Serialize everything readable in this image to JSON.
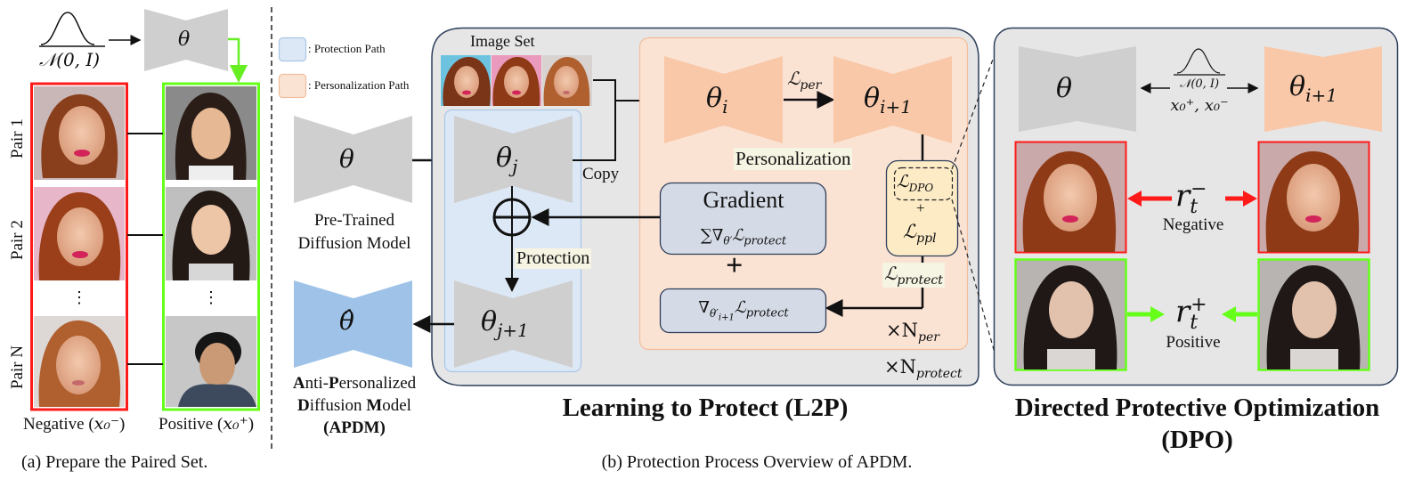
{
  "panel_a": {
    "caption": "(a) Prepare the Paired Set.",
    "noise_label": "𝒩(0, I)",
    "model_symbol": "θ",
    "pairs": [
      {
        "label": "Pair 1",
        "negative": "red-haired woman, pink lips",
        "positive": "long dark-haired woman, smiling"
      },
      {
        "label": "Pair 2",
        "negative": "red-haired woman, pink background",
        "positive": "long dark-haired woman, broad smile"
      },
      {
        "label": "⋮",
        "negative": "⋮",
        "positive": "⋮"
      },
      {
        "label": "Pair N",
        "negative": "auburn-haired woman, wavy hair",
        "positive": "young man, dark hair, denim shirt"
      }
    ],
    "negative_label": "Negative (",
    "negative_sym": "x₀⁻",
    "positive_label": "Positive (",
    "positive_sym": "x₀⁺",
    "close_paren": ")",
    "colors": {
      "negative": "#ff1a1a",
      "positive": "#66ff1a"
    }
  },
  "legend": {
    "protection": ": Protection Path",
    "personalization": ": Personalization Path",
    "colors": {
      "protection": "#dce8f5",
      "personalization": "#fbe3d4"
    }
  },
  "panel_b": {
    "caption": "(b) Protection Process Overview of APDM.",
    "title": "Learning to Protect (L2P)",
    "pretrained": {
      "symbol": "θ",
      "label_line1": "Pre-Trained",
      "label_line2": "Diffusion Model"
    },
    "apdm": {
      "symbol": "θ̂",
      "line1_parts": [
        "A",
        "nti-",
        "P",
        "ersonalized"
      ],
      "line2_parts": [
        "D",
        "iffusion ",
        "M",
        "odel"
      ],
      "line3": "(APDM)"
    },
    "image_set_label": "Image Set",
    "theta_j": "θ",
    "theta_j_sub": "j",
    "theta_j1": "θ",
    "theta_j1_sub": "j+1",
    "copy_label": "Copy",
    "protection_label": "Protection",
    "theta_i": "θ",
    "theta_i_sub": "i",
    "theta_i1": "θ",
    "theta_i1_sub": "i+1",
    "l_per": "ℒ",
    "l_per_sub": "per",
    "personalization_label": "Personalization",
    "gradient": {
      "title": "Gradient",
      "sum_expr": "∑∇",
      "sum_sub": "θ′",
      "sum_loss": "ℒ",
      "sum_loss_sub": "protect"
    },
    "plus": "+",
    "grad2": {
      "nabla": "∇",
      "sub": "θ′",
      "subsub": "i+1",
      "loss": "ℒ",
      "loss_sub": "protect"
    },
    "loss_box": {
      "l_dpo": "ℒ",
      "l_dpo_sub": "DPO",
      "plus": "+",
      "l_ppl": "ℒ",
      "l_ppl_sub": "ppl"
    },
    "l_protect": "ℒ",
    "l_protect_sub": "protect",
    "n_per": "×N",
    "n_per_sub": "per",
    "n_protect": "×N",
    "n_protect_sub": "protect"
  },
  "panel_dpo": {
    "title_line1": "Directed Protective Optimization",
    "title_line2": "(DPO)",
    "theta": "θ",
    "theta_i1": "θ",
    "theta_i1_sub": "i+1",
    "noise_label": "𝒩(0, I)",
    "inputs": "x₀⁺, x₀⁻",
    "r_neg": "r",
    "r_neg_sub": "t",
    "r_neg_sup": "−",
    "neg_label": "Negative",
    "r_pos": "r",
    "r_pos_sub": "t",
    "r_pos_sup": "+",
    "pos_label": "Positive"
  }
}
